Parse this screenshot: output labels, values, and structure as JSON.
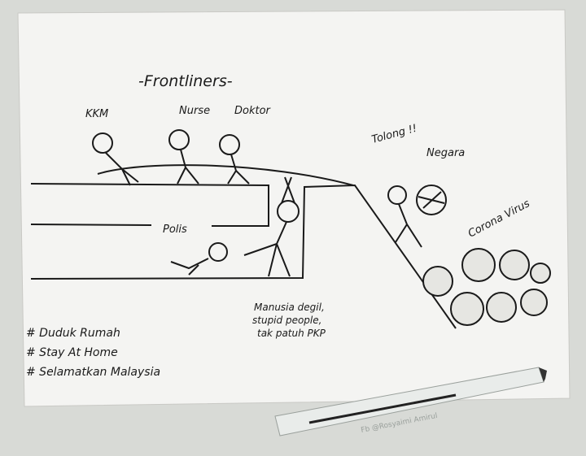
{
  "title": "-Frontliners-",
  "labels": {
    "kkm": "KKM",
    "nurse": "Nurse",
    "doktor": "Doktor",
    "polis": "Polis",
    "tolong": "Tolong !!",
    "negara": "Negara",
    "corona": "Corona Virus",
    "manusia_1": "Manusia degil,",
    "manusia_2": "stupid people,",
    "manusia_3": "tak patuh PKP"
  },
  "hashtags": [
    "# Duduk Rumah",
    "# Stay At Home",
    "# Selamatkan Malaysia"
  ],
  "watermark": "Fb @Rosyaimi Amirul",
  "colors": {
    "background": "#000000",
    "paper": "#f4f4f2",
    "ink": "#1a1a1a",
    "pen_barrel": "#e9ecea"
  }
}
